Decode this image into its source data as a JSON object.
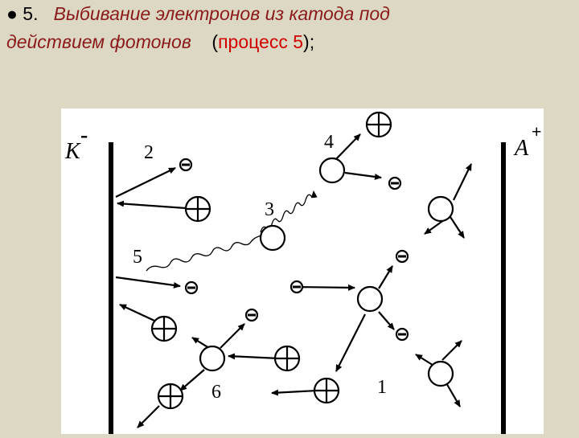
{
  "heading": {
    "bullet": "●",
    "number": "5.",
    "title_line1": "Выбивание электронов из катода под",
    "title_line2": "действием фотонов",
    "paren_open": "(",
    "process_word": "процесс",
    "process_num": "5",
    "paren_close": ");"
  },
  "diagram": {
    "cathode_label": "K",
    "cathode_sign": "-",
    "anode_label": "A",
    "anode_sign": "+",
    "process_labels": [
      "1",
      "2",
      "3",
      "4",
      "5",
      "6"
    ],
    "electron_symbol": "⊖",
    "ion_symbol": "⊕"
  }
}
